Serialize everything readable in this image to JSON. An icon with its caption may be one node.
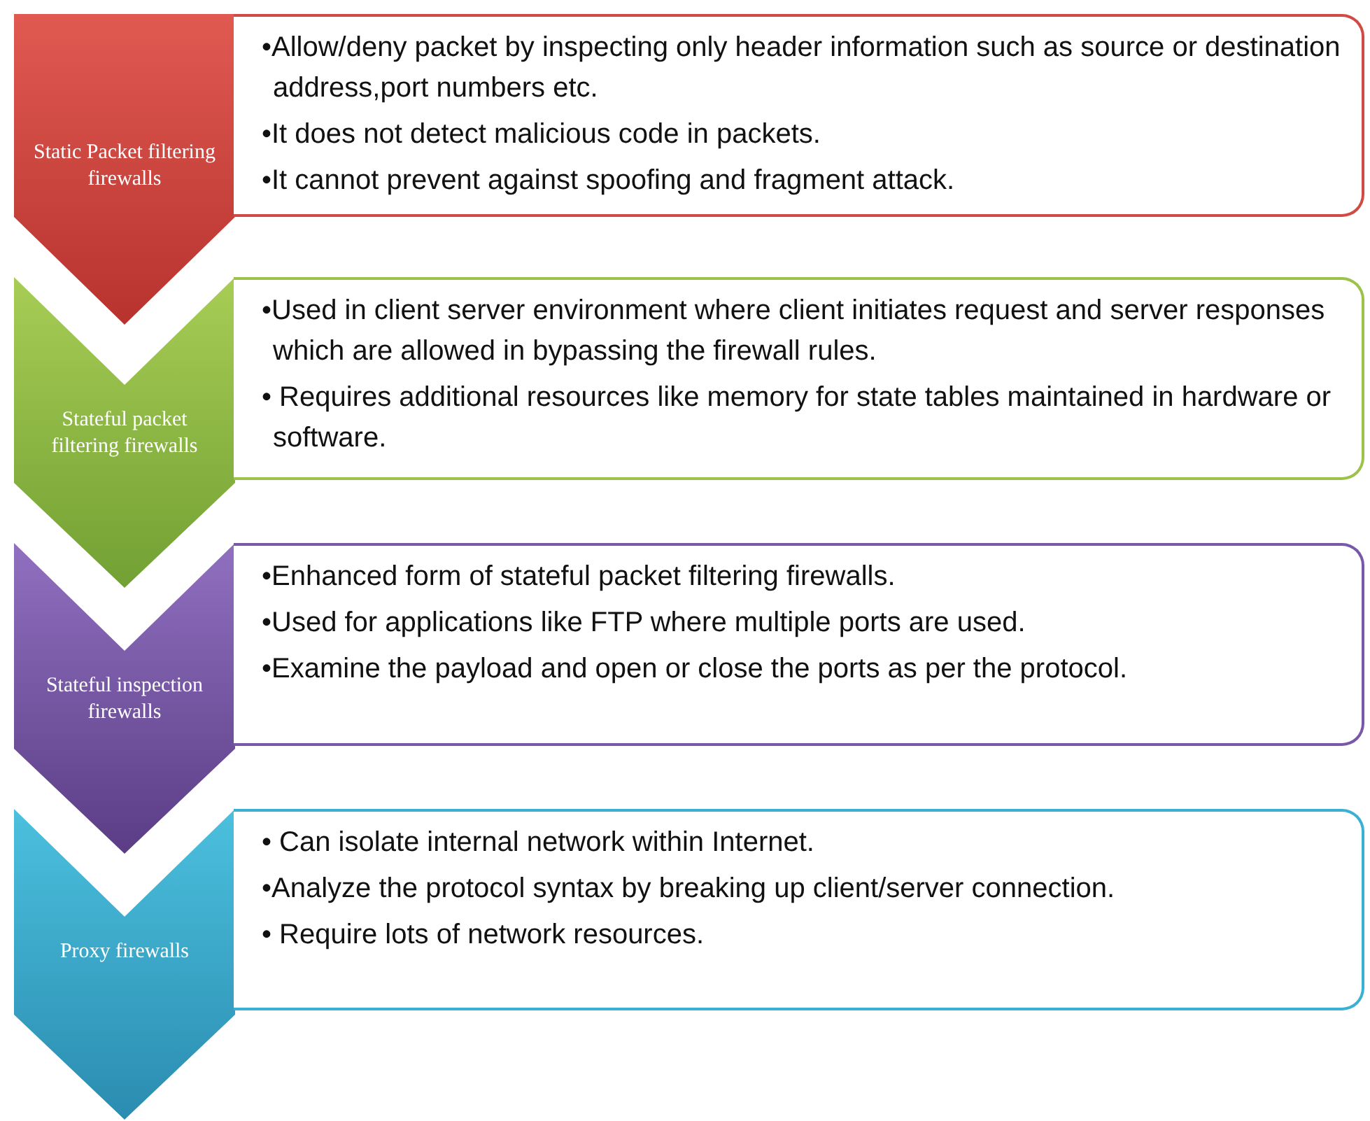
{
  "diagram": {
    "nodes": [
      {
        "text": [
          "Static Packet filtering firewalls"
        ]
      },
      {
        "text": [
          "•Allow/deny packet by inspecting only header information such as source or destination address,port numbers etc.",
          "•It does not detect malicious code in packets.",
          "•It cannot prevent against spoofing and fragment attack."
        ]
      },
      {
        "text": [
          "Stateful packet filtering firewalls"
        ]
      },
      {
        "text": [
          "•Used in client server environment where client initiates request and server responses which are allowed in bypassing the firewall rules.",
          "• Requires additional resources like memory for state tables maintained in hardware or software."
        ]
      },
      {
        "text": [
          "Stateful inspection firewalls"
        ]
      },
      {
        "text": [
          "•Enhanced form of stateful packet filtering firewalls.",
          "•Used for applications like FTP where multiple ports are used.",
          "•Examine the payload and open or close the ports as per the protocol."
        ]
      },
      {
        "text": [
          "Proxy firewalls"
        ]
      },
      {
        "text": [
          "• Can isolate internal network within Internet.",
          "•Analyze the protocol syntax by breaking up client/server connection.",
          "• Require lots of network resources."
        ]
      }
    ]
  }
}
